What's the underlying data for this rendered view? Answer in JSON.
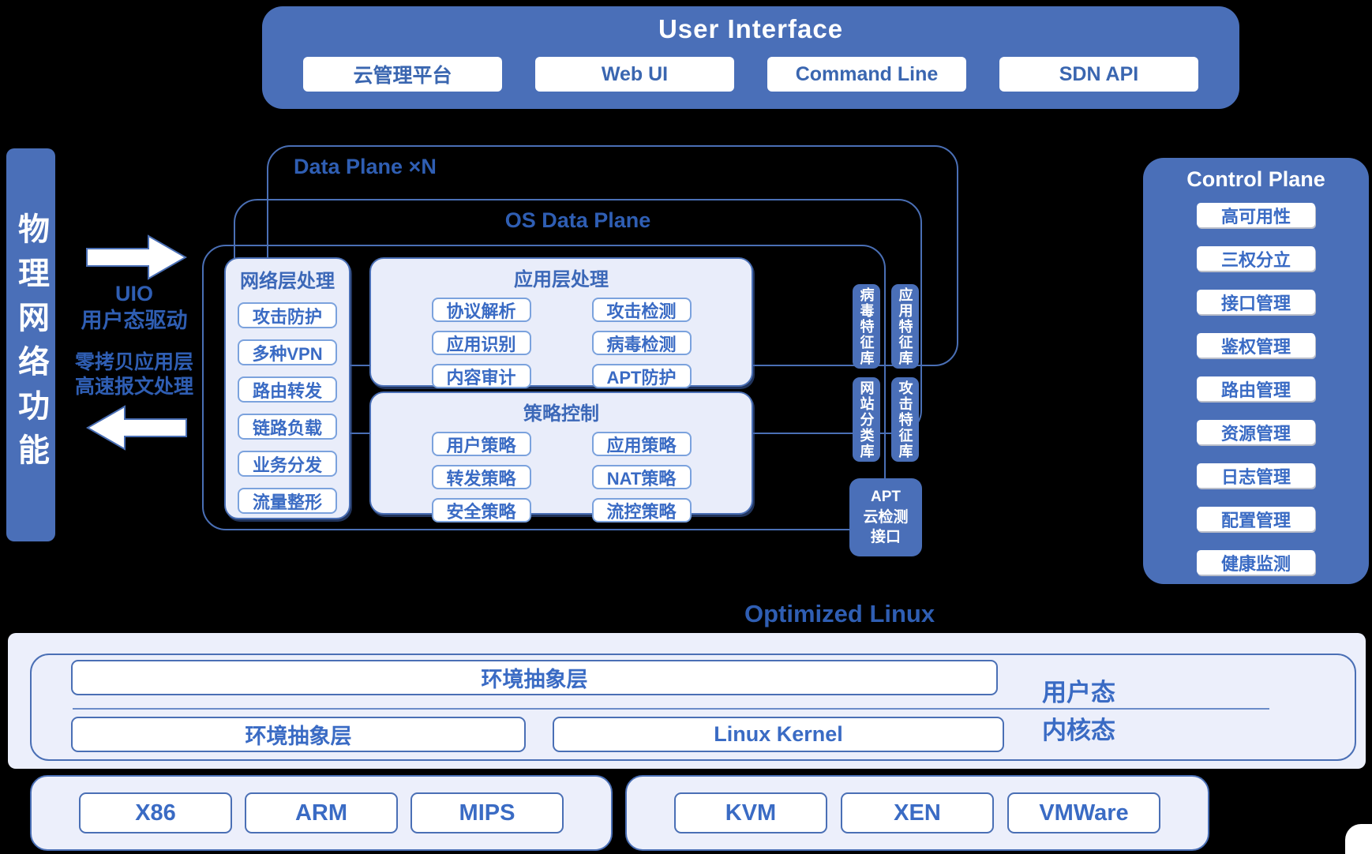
{
  "colors": {
    "background": "#000000",
    "primary_blue": "#4a6fb8",
    "panel_light": "#e9edfa",
    "border_blue": "#4a6fb5",
    "title_blue": "#2f5eb3",
    "item_text_blue": "#3a6bc4",
    "white": "#ffffff"
  },
  "ui_banner": {
    "title": "User Interface",
    "items": [
      "云管理平台",
      "Web UI",
      "Command Line",
      "SDN API"
    ]
  },
  "physical_network": {
    "label": "物理网络功能"
  },
  "uio_flow": {
    "line1": "UIO",
    "line2": "用户态驱动"
  },
  "zero_copy_flow": {
    "line1": "零拷贝应用层",
    "line2": "高速报文处理"
  },
  "data_plane": {
    "label": "Data Plane ×N"
  },
  "os_data_plane": {
    "label": "OS Data Plane"
  },
  "network_layer": {
    "title": "网络层处理",
    "items": [
      "攻击防护",
      "多种VPN",
      "路由转发",
      "链路负载",
      "业务分发",
      "流量整形"
    ]
  },
  "app_layer": {
    "title": "应用层处理",
    "items": [
      "协议解析",
      "攻击检测",
      "应用识别",
      "病毒检测",
      "内容审计",
      "APT防护"
    ]
  },
  "policy_control": {
    "title": "策略控制",
    "items": [
      "用户策略",
      "应用策略",
      "转发策略",
      "NAT策略",
      "安全策略",
      "流控策略"
    ]
  },
  "signature_libraries": {
    "items": [
      "病毒特征库",
      "应用特征库",
      "网站分类库",
      "攻击特征库"
    ]
  },
  "apt_cloud": {
    "line1": "APT",
    "line2": "云检测",
    "line3": "接口"
  },
  "control_plane": {
    "title": "Control Plane",
    "items": [
      "高可用性",
      "三权分立",
      "接口管理",
      "鉴权管理",
      "路由管理",
      "资源管理",
      "日志管理",
      "配置管理",
      "健康监测"
    ]
  },
  "optimized_linux": {
    "title": "Optimized Linux",
    "hal_top": "环境抽象层",
    "hal_bottom": "环境抽象层",
    "linux_kernel": "Linux Kernel",
    "user_mode": "用户态",
    "kernel_mode": "内核态"
  },
  "hardware": {
    "cpu_items": [
      "X86",
      "ARM",
      "MIPS"
    ],
    "virtualization_items": [
      "KVM",
      "XEN",
      "VMWare"
    ]
  }
}
